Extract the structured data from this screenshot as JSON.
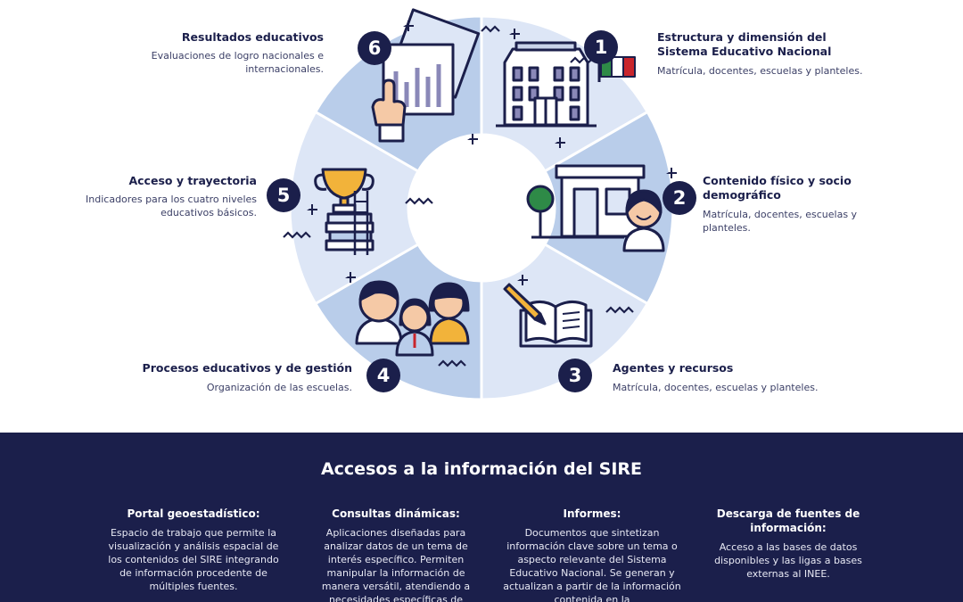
{
  "segments": [
    {
      "num": "1",
      "title": "Estructura y dimensión del Sistema Educativo Nacional",
      "desc": "Matrícula, docentes, escuelas y planteles."
    },
    {
      "num": "2",
      "title": "Contenido físico y socio demográfico",
      "desc": "Matrícula, docentes, escuelas y planteles."
    },
    {
      "num": "3",
      "title": "Agentes y recursos",
      "desc": "Matrícula, docentes, escuelas y planteles."
    },
    {
      "num": "4",
      "title": "Procesos educativos y de gestión",
      "desc": "Organización de las escuelas."
    },
    {
      "num": "5",
      "title": "Acceso y trayectoria",
      "desc": "Indicadores para los cuatro niveles educativos básicos."
    },
    {
      "num": "6",
      "title": "Resultados educativos",
      "desc": "Evaluaciones de logro nacionales e internacionales."
    }
  ],
  "icons": [
    "building-flag-icon",
    "house-tree-student-icon",
    "book-pencil-icon",
    "students-group-icon",
    "trophy-books-icon",
    "report-chart-icon"
  ],
  "colors": {
    "navy": "#1b1f4b",
    "ring_light": "#dde6f6",
    "ring_mid": "#b9cdea",
    "green": "#2e8a47",
    "red": "#c9252c"
  },
  "footer": {
    "title": "Accesos a la información del SIRE",
    "columns": [
      {
        "title": "Portal geoestadístico:",
        "text": "Espacio de trabajo que permite la visualización y análisis espacial de los contenidos del SIRE integrando de información procedente de múltiples fuentes."
      },
      {
        "title": "Consultas dinámicas:",
        "text": "Aplicaciones diseñadas para analizar datos de un tema de interés específico. Permiten manipular la información de manera versátil, atendiendo a necesidades específicas de"
      },
      {
        "title": "Informes:",
        "text": "Documentos que sintetizan información clave sobre un tema o aspecto relevante del Sistema Educativo Nacional. Se generan y actualizan a partir de la información contenida en la"
      },
      {
        "title": "Descarga de fuentes de información:",
        "text": "Acceso a las bases de datos disponibles y las ligas a bases externas al INEE."
      }
    ]
  }
}
